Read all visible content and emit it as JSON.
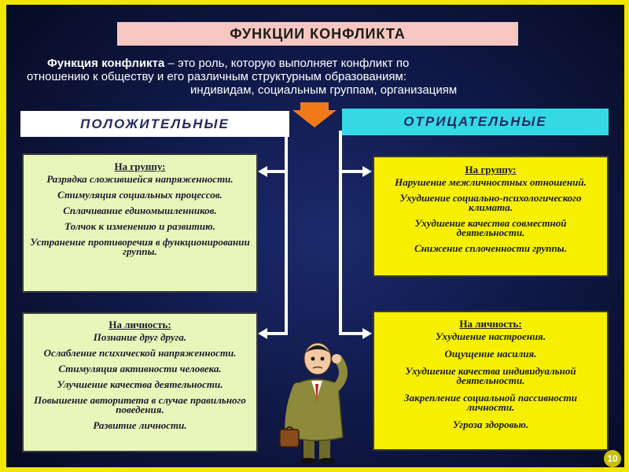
{
  "title": "ФУНКЦИИ КОНФЛИКТА",
  "definition": {
    "term": "Функция конфликта",
    "line1_rest": " – это роль, которую выполняет конфликт по",
    "line2": "отношению к обществу и его различным структурным образованиям:",
    "line3": "индивидам, социальным группам, организациям"
  },
  "positive": {
    "header": "ПОЛОЖИТЕЛЬНЫЕ",
    "group": {
      "title": "На группу:",
      "items": [
        "Разрядка сложившейся напряженности.",
        "Стимуляция социальных процессов.",
        "Сплачивание единомышленников.",
        "Толчок к изменению и развитию.",
        "Устранение противоречия в функционировании группы."
      ]
    },
    "personal": {
      "title": "На личность:",
      "items": [
        "Познание друг друга.",
        "Ослабление психической напряженности.",
        "Стимуляция активности человека.",
        "Улучшение качества деятельности.",
        "Повышение авторитета в случае правильного поведения.",
        "Развитие личности."
      ]
    }
  },
  "negative": {
    "header": "ОТРИЦАТЕЛЬНЫЕ",
    "group": {
      "title": "На группу:",
      "items": [
        "Нарушение межличностных отношений.",
        "Ухудшение социально-психологического климата.",
        "Ухудшение качества совместной деятельности.",
        "Снижение сплоченности группы."
      ]
    },
    "personal": {
      "title": "На личность:",
      "items": [
        "Ухудшение настроения.",
        "Ощущение насилия.",
        "Ухудшение качества индивидуальной деятельности.",
        "Закрепление социальной пассивности личности.",
        "Угроза здоровью."
      ]
    }
  },
  "page_number": "10",
  "colors": {
    "frame": "#f2e600",
    "background": "#101a4a",
    "title_box": "#f6c7c2",
    "positive_header": "#ffffff",
    "negative_header": "#35d9e6",
    "positive_box": "#e7f7ba",
    "negative_box": "#f6ef00",
    "arrow": "#f07a1a"
  },
  "icons": [
    "down-arrow-icon",
    "thinking-man-icon"
  ]
}
